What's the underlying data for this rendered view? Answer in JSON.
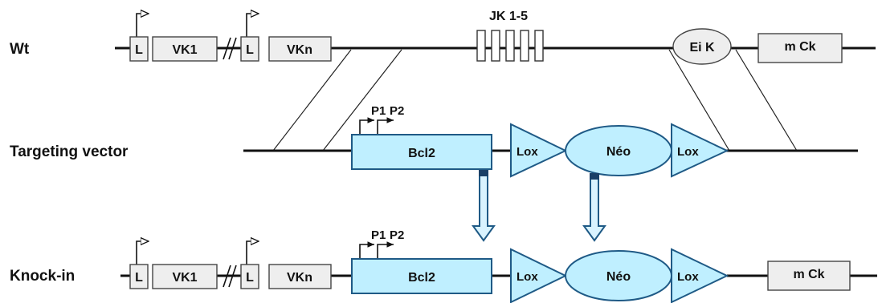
{
  "rows": {
    "wt": "Wt",
    "targeting_vector": "Targeting vector",
    "knock_in": "Knock-in"
  },
  "elements": {
    "l": "L",
    "vk1": "VK1",
    "vkn": "VKn",
    "jk": "JK 1-5",
    "eik": "Ei K",
    "mck": "m Ck",
    "bcl2": "Bcl2",
    "lox": "Lox",
    "neo": "Néo",
    "p1": "P1",
    "p2": "P2"
  },
  "colors": {
    "gene_box_fill": "#eeeeee",
    "construct_fill": "#bfefff",
    "construct_stroke": "#1f5a86"
  }
}
